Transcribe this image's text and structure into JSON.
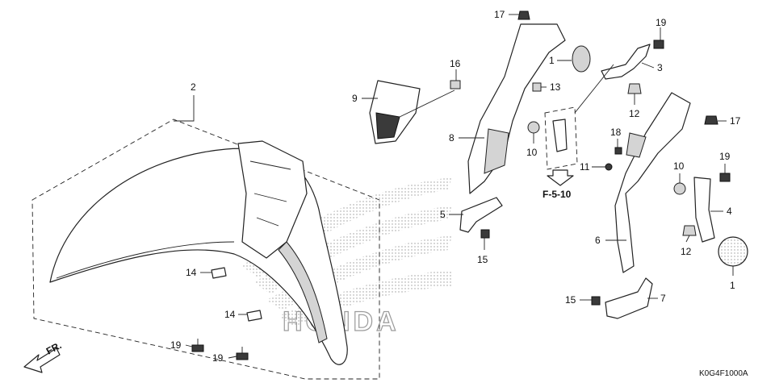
{
  "callouts": [
    {
      "key": "c17a",
      "label": "17"
    },
    {
      "key": "c19a",
      "label": "19"
    },
    {
      "key": "c1a",
      "label": "1"
    },
    {
      "key": "c3",
      "label": "3"
    },
    {
      "key": "c16",
      "label": "16"
    },
    {
      "key": "c13",
      "label": "13"
    },
    {
      "key": "c2",
      "label": "2"
    },
    {
      "key": "c9",
      "label": "9"
    },
    {
      "key": "c12a",
      "label": "12"
    },
    {
      "key": "c17b",
      "label": "17"
    },
    {
      "key": "c8",
      "label": "8"
    },
    {
      "key": "c10a",
      "label": "10"
    },
    {
      "key": "c18",
      "label": "18"
    },
    {
      "key": "c11",
      "label": "11"
    },
    {
      "key": "c10b",
      "label": "10"
    },
    {
      "key": "c19b",
      "label": "19"
    },
    {
      "key": "c5",
      "label": "5"
    },
    {
      "key": "c4",
      "label": "4"
    },
    {
      "key": "c6",
      "label": "6"
    },
    {
      "key": "c12b",
      "label": "12"
    },
    {
      "key": "c15a",
      "label": "15"
    },
    {
      "key": "c14a",
      "label": "14"
    },
    {
      "key": "c1b",
      "label": "1"
    },
    {
      "key": "c14b",
      "label": "14"
    },
    {
      "key": "c15b",
      "label": "15"
    },
    {
      "key": "c7",
      "label": "7"
    },
    {
      "key": "c19c",
      "label": "19"
    },
    {
      "key": "c19d",
      "label": "19"
    }
  ],
  "reference": "F-5-10",
  "front_label": "FR.",
  "watermark": "HONDA",
  "diagram_code": "K0G4F1000A"
}
